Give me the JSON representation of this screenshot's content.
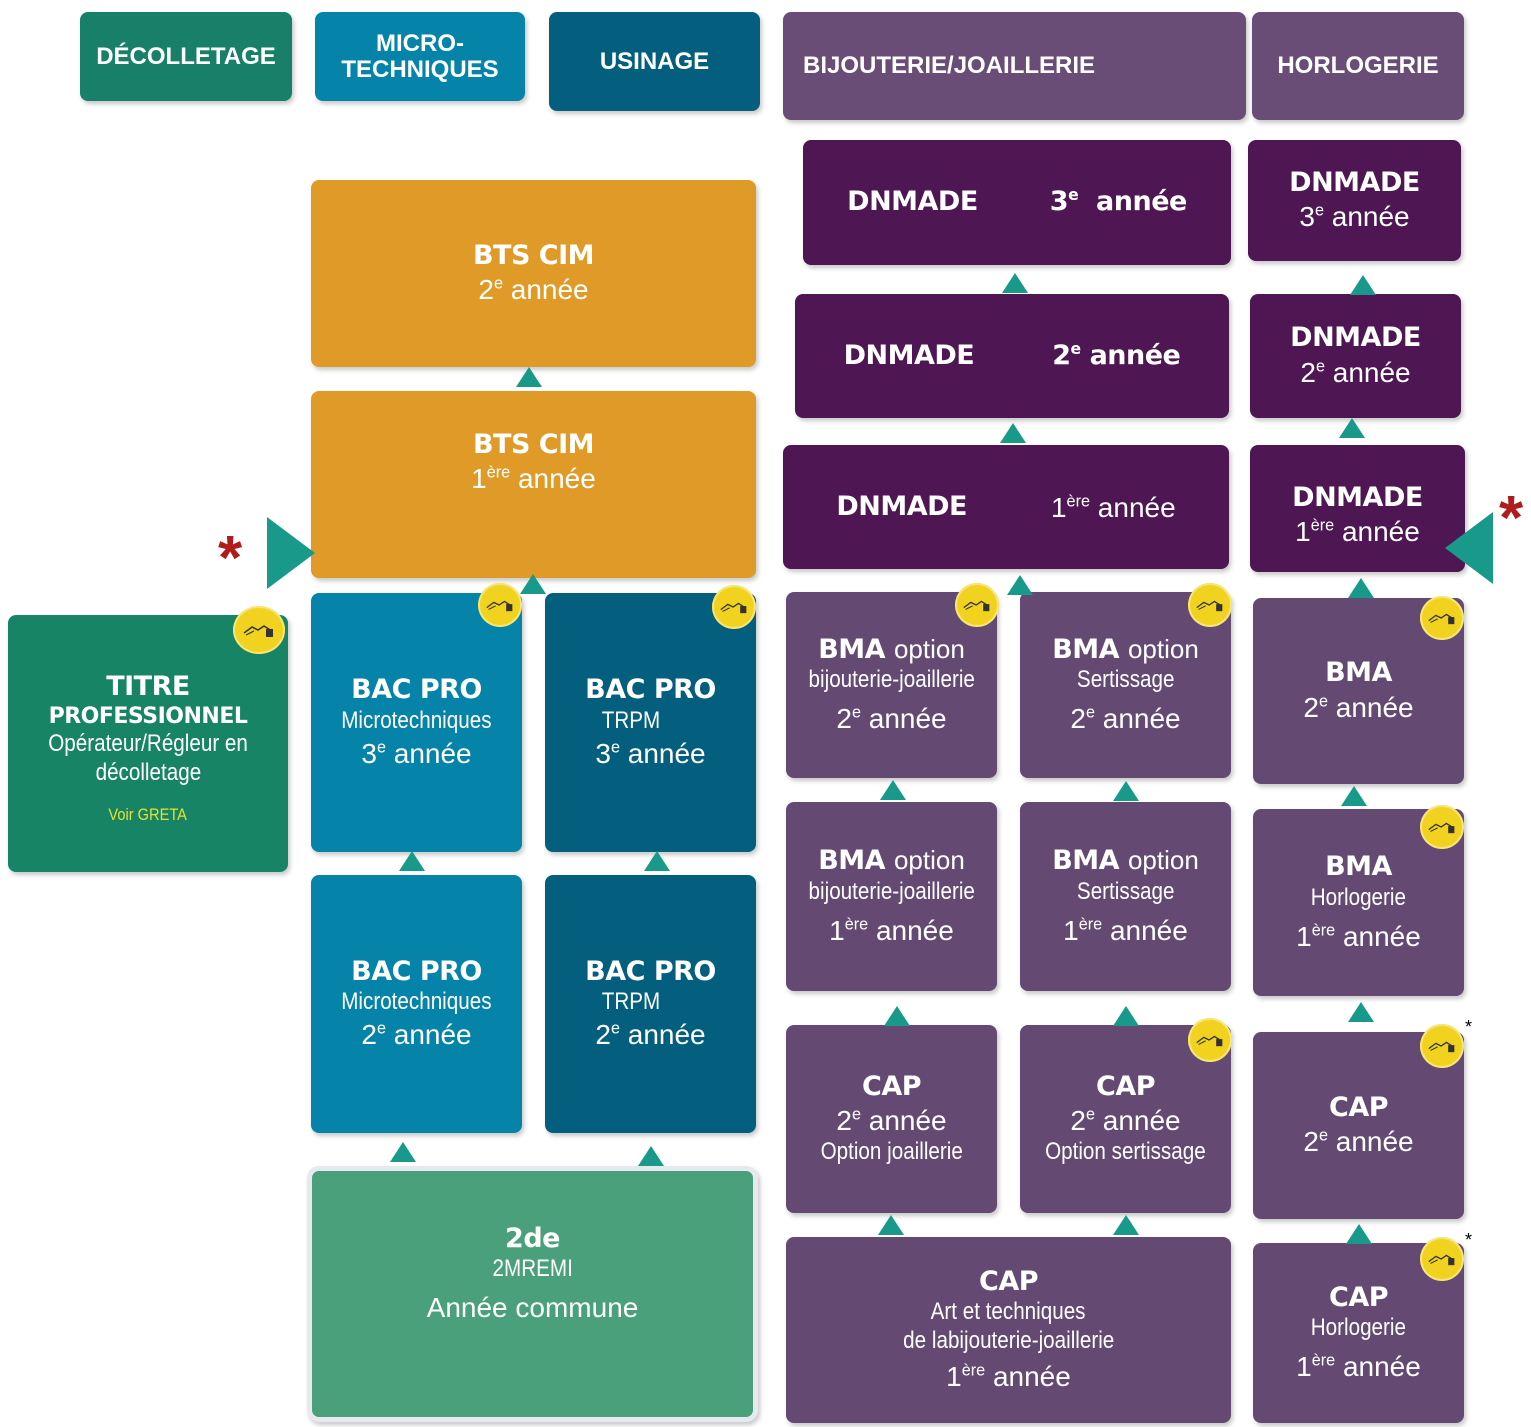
{
  "colors": {
    "decolletage": "#187f68",
    "microtech": "#0583a9",
    "usinage": "#045f7f",
    "bts": "#df9a28",
    "bijou_header": "#6a4d76",
    "purple_light": "#644a73",
    "purple_dark": "#4f1654",
    "titre": "#178466",
    "seconde": "#4aa07a",
    "arrow": "#18998a",
    "badge": "#f1d21f"
  },
  "headers": {
    "decolletage": "DÉCOLLETAGE",
    "micro_1": "MICRO-",
    "micro_2": "TECHNIQUES",
    "usinage": "USINAGE",
    "bijouterie": "BIJOUTERIE/JOAILLERIE",
    "horlogerie": "HORLOGERIE"
  },
  "bts3": {
    "title": "BTS CIM",
    "num": "2",
    "sup": "e",
    "year": "année"
  },
  "bts1": {
    "title": "BTS CIM",
    "num": "1",
    "sup": "ère",
    "year": "année"
  },
  "titre": {
    "line1": "TITRE",
    "line2": "PROFESSIONNEL",
    "line3": "Opérateur/Régleur en",
    "line4": "décolletage",
    "note": "Voir GRETA"
  },
  "bacpro_micro_3": {
    "title": "BAC PRO",
    "sub": "Microtechniques",
    "num": "3",
    "sup": "e",
    "year": "année"
  },
  "bacpro_trpm_3": {
    "title": "BAC PRO",
    "sub": "TRPM",
    "num": "3",
    "sup": "e",
    "year": "année"
  },
  "bacpro_micro_2": {
    "title": "BAC PRO",
    "sub": "Microtechniques",
    "num": "2",
    "sup": "e",
    "year": "année"
  },
  "bacpro_trpm_2": {
    "title": "BAC PRO",
    "sub": "TRPM",
    "num": "2",
    "sup": "e",
    "year": "année"
  },
  "seconde": {
    "title": "2de",
    "sub": "2MREMI",
    "desc": "Année commune"
  },
  "dnmade_bj_3": {
    "title": "DNMADE",
    "num": "3",
    "sup": "e",
    "year": "année"
  },
  "dnmade_bj_2": {
    "title": "DNMADE",
    "num": "2",
    "sup": "e",
    "year": "année"
  },
  "dnmade_bj_1": {
    "title": "DNMADE",
    "num": "1",
    "sup": "ère",
    "year": "année"
  },
  "dnmade_h_3": {
    "title": "DNMADE",
    "num": "3",
    "sup": "e",
    "year": "année"
  },
  "dnmade_h_2": {
    "title": "DNMADE",
    "num": "2",
    "sup": "e",
    "year": "année"
  },
  "dnmade_h_1": {
    "title": "DNMADE",
    "num": "1",
    "sup": "ère",
    "year": "année"
  },
  "bma_bj_2": {
    "title": "BMA",
    "opt": "option",
    "sub": "bijouterie-joaillerie",
    "num": "2",
    "sup": "e",
    "year": "année"
  },
  "bma_sert_2": {
    "title": "BMA",
    "opt": "option",
    "sub": "Sertissage",
    "num": "2",
    "sup": "e",
    "year": "année"
  },
  "bma_bj_1": {
    "title": "BMA",
    "opt": "option",
    "sub": "bijouterie-joaillerie",
    "num": "1",
    "sup": "ère",
    "year": "année"
  },
  "bma_sert_1": {
    "title": "BMA",
    "opt": "option",
    "sub": "Sertissage",
    "num": "1",
    "sup": "ère",
    "year": "année"
  },
  "bma_h_2": {
    "title": "BMA",
    "num": "2",
    "sup": "e",
    "year": "année"
  },
  "bma_h_1": {
    "title": "BMA",
    "sub": "Horlogerie",
    "num": "1",
    "sup": "ère",
    "year": "année"
  },
  "cap_joa_2": {
    "title": "CAP",
    "num": "2",
    "sup": "e",
    "year": "année",
    "opt": "Option  joaillerie"
  },
  "cap_sert_2": {
    "title": "CAP",
    "num": "2",
    "sup": "e",
    "year": "année",
    "opt": "Option sertissage"
  },
  "cap_h_2": {
    "title": "CAP",
    "num": "2",
    "sup": "e",
    "year": "année"
  },
  "cap_art_1": {
    "title": "CAP",
    "line1": "Art et techniques",
    "line2": "de labijouterie-joaillerie",
    "num": "1",
    "sup": "ère",
    "year": "année"
  },
  "cap_h_1": {
    "title": "CAP",
    "sub": "Horlogerie",
    "num": "1",
    "sup": "ère",
    "year": "année"
  },
  "marks": {
    "big_star": "*",
    "small_star": "*"
  }
}
